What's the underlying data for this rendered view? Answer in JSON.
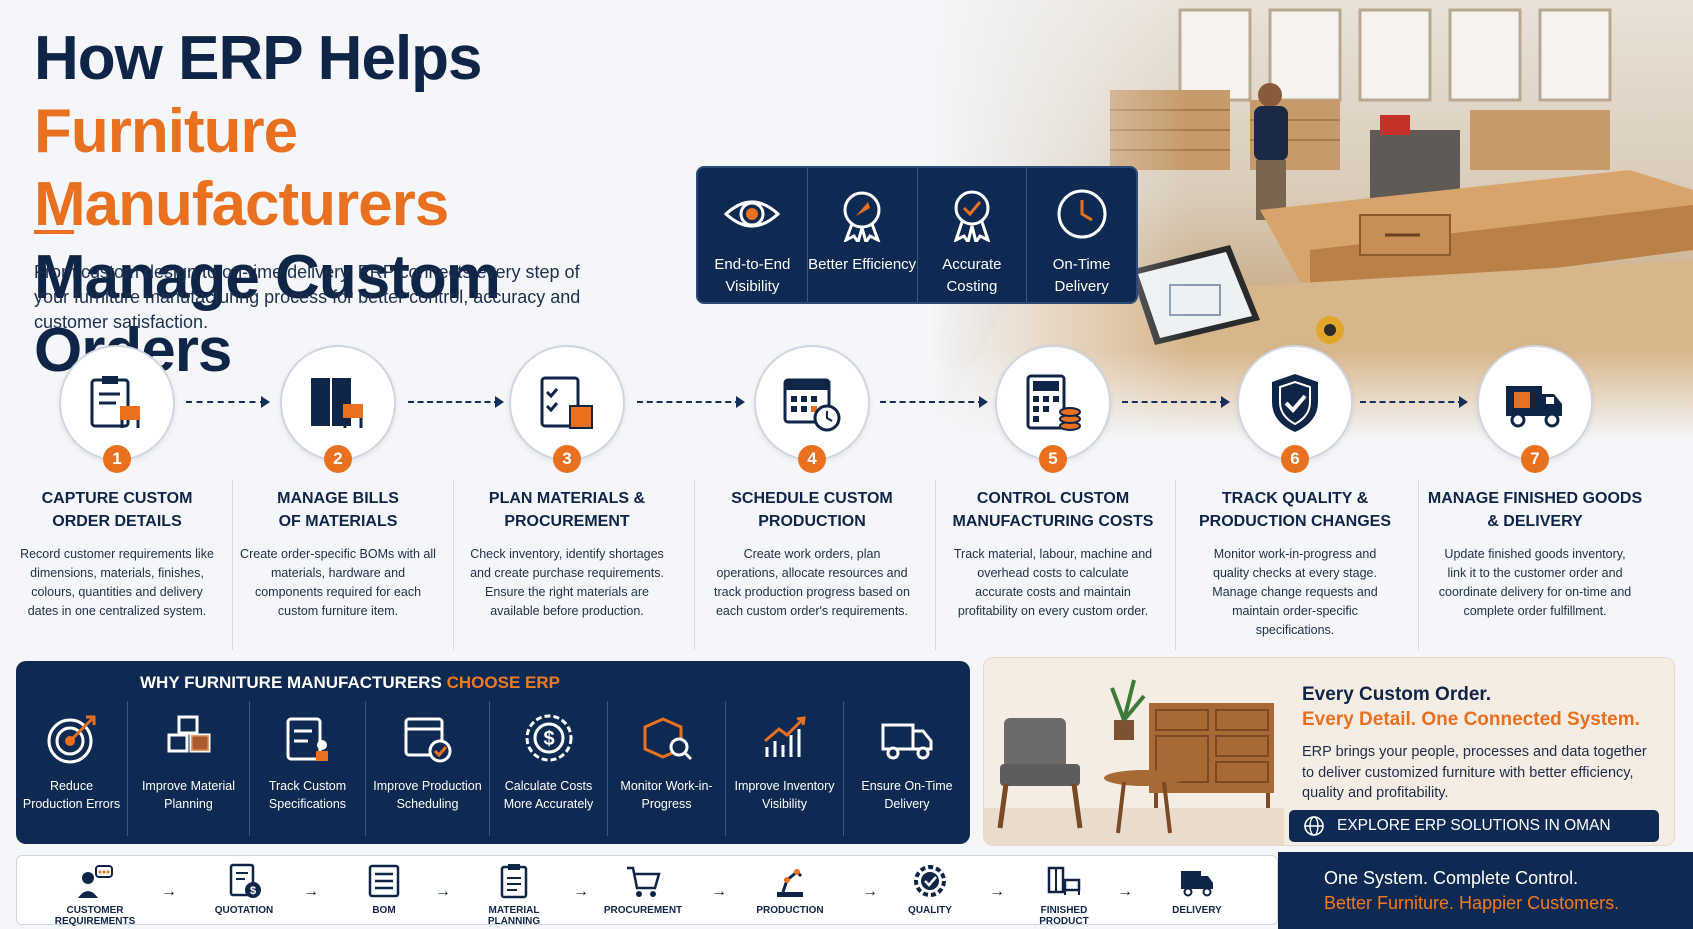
{
  "title": {
    "line1": "How ERP Helps",
    "line2": "Furniture Manufacturers",
    "line3": "Manage Custom Orders"
  },
  "intro": "From custom design to on-time delivery, ERP connects every step of your furniture manufacturing process for better control, accuracy and customer satisfaction.",
  "benefits": [
    {
      "label": "End-to-End Visibility",
      "icon": "eye-icon"
    },
    {
      "label": "Better Efficiency",
      "icon": "rocket-badge-icon"
    },
    {
      "label": "Accurate Costing",
      "icon": "check-badge-icon"
    },
    {
      "label": "On-Time Delivery",
      "icon": "clock-icon"
    }
  ],
  "steps": [
    {
      "num": "1",
      "title1": "CAPTURE CUSTOM",
      "title2": "ORDER DETAILS",
      "desc": "Record customer requirements like dimensions, materials, finishes, colours, quantities and delivery dates in one centralized system.",
      "icon": "clipboard-chair-icon"
    },
    {
      "num": "2",
      "title1": "MANAGE BILLS",
      "title2": "OF MATERIALS",
      "desc": "Create order-specific BOMs with all materials, hardware and components required for each custom furniture item.",
      "icon": "wardrobe-chair-icon"
    },
    {
      "num": "3",
      "title1": "PLAN MATERIALS &",
      "title2": "PROCUREMENT",
      "desc": "Check inventory, identify shortages and create purchase requirements. Ensure the right materials are available before production.",
      "icon": "checklist-box-icon"
    },
    {
      "num": "4",
      "title1": "SCHEDULE CUSTOM",
      "title2": "PRODUCTION",
      "desc": "Create work orders, plan operations, allocate resources and track production progress based on each custom order's requirements.",
      "icon": "calendar-clock-icon"
    },
    {
      "num": "5",
      "title1": "CONTROL CUSTOM",
      "title2": "MANUFACTURING COSTS",
      "desc": "Track material, labour, machine and overhead costs to calculate accurate costs and maintain profitability on every custom order.",
      "icon": "calculator-coins-icon"
    },
    {
      "num": "6",
      "title1": "TRACK QUALITY &",
      "title2": "PRODUCTION CHANGES",
      "desc": "Monitor work-in-progress and quality checks at every stage. Manage change requests and maintain order-specific specifications.",
      "icon": "shield-check-icon"
    },
    {
      "num": "7",
      "title1": "MANAGE FINISHED GOODS",
      "title2": "& DELIVERY",
      "desc": "Update finished goods inventory, link it to the customer order and coordinate delivery for on-time and complete order fulfillment.",
      "icon": "delivery-truck-icon"
    }
  ],
  "why": {
    "title_main": "WHY FURNITURE MANUFACTURERS ",
    "title_accent": "CHOOSE ERP",
    "items": [
      {
        "l1": "Reduce",
        "l2": "Production Errors",
        "icon": "target-icon"
      },
      {
        "l1": "Improve Material",
        "l2": "Planning",
        "icon": "cubes-icon"
      },
      {
        "l1": "Track Custom",
        "l2": "Specifications",
        "icon": "clipboard-person-icon"
      },
      {
        "l1": "Improve Production",
        "l2": "Scheduling",
        "icon": "calendar-check-icon"
      },
      {
        "l1": "Calculate Costs",
        "l2": "More Accurately",
        "icon": "dollar-gear-icon"
      },
      {
        "l1": "Monitor Work-in-",
        "l2": "Progress",
        "icon": "box-search-icon"
      },
      {
        "l1": "Improve Inventory",
        "l2": "Visibility",
        "icon": "growth-chart-icon"
      },
      {
        "l1": "Ensure On-Time",
        "l2": "Delivery",
        "icon": "truck-icon"
      }
    ]
  },
  "promo": {
    "headline1": "Every Custom Order.",
    "headline2": "Every Detail. One Connected System.",
    "body": "ERP brings your people, processes and data together to deliver customized furniture with better efficiency, quality and profitability.",
    "cta": "EXPLORE ERP SOLUTIONS IN OMAN"
  },
  "flow": [
    {
      "l1": "CUSTOMER",
      "l2": "REQUIREMENTS",
      "icon": "people-chat-icon"
    },
    {
      "l1": "QUOTATION",
      "l2": "",
      "icon": "invoice-icon"
    },
    {
      "l1": "BOM",
      "l2": "",
      "icon": "list-icon"
    },
    {
      "l1": "MATERIAL",
      "l2": "PLANNING",
      "icon": "clipboard-icon"
    },
    {
      "l1": "PROCUREMENT",
      "l2": "",
      "icon": "cart-icon"
    },
    {
      "l1": "PRODUCTION",
      "l2": "",
      "icon": "robot-arm-icon"
    },
    {
      "l1": "QUALITY",
      "l2": "",
      "icon": "quality-gear-icon"
    },
    {
      "l1": "FINISHED",
      "l2": "PRODUCT",
      "icon": "furniture-icon"
    },
    {
      "l1": "DELIVERY",
      "l2": "",
      "icon": "truck-icon"
    }
  ],
  "slogan": {
    "line1": "One System. Complete Control.",
    "line2": "Better Furniture. Happier Customers."
  },
  "colors": {
    "navy": "#0f2a52",
    "orange": "#e8701f",
    "background": "#f4f6f9"
  }
}
